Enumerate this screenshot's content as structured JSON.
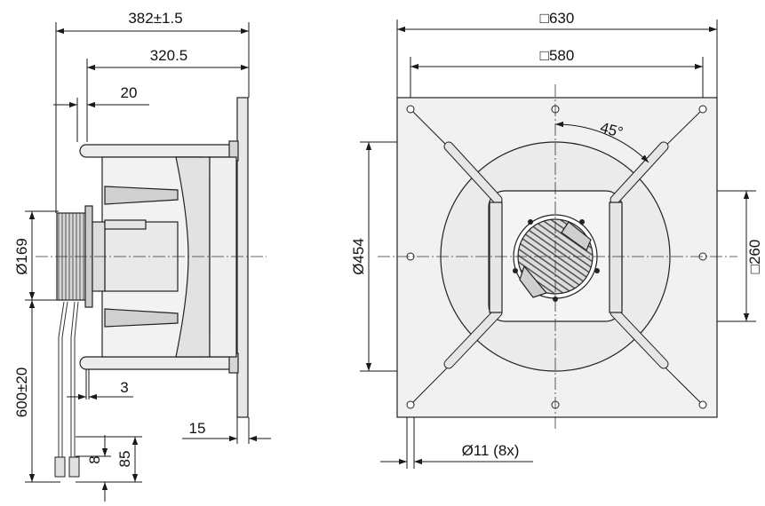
{
  "title": "",
  "side_view": {
    "dims": {
      "overall_length": "382±1.5",
      "length_to_flange": "320.5",
      "motor_offset": "20",
      "motor_diameter": "Ø169",
      "cable_length": "600±20",
      "gap": "3",
      "flange_thickness": "15",
      "plug_height": "85",
      "plug_width": "8"
    }
  },
  "front_view": {
    "dims": {
      "plate_size": "□630",
      "hole_pitch": "□580",
      "angle": "45°",
      "inlet_diameter": "Ø454",
      "motor_frame": "□260",
      "mount_holes": "Ø11 (8x)"
    }
  },
  "colors": {
    "line": "#1a1a1a",
    "plate_fill": "#f1f1f1",
    "part_fill": "#e6e6e6",
    "part_dark": "#cfcfcf"
  }
}
